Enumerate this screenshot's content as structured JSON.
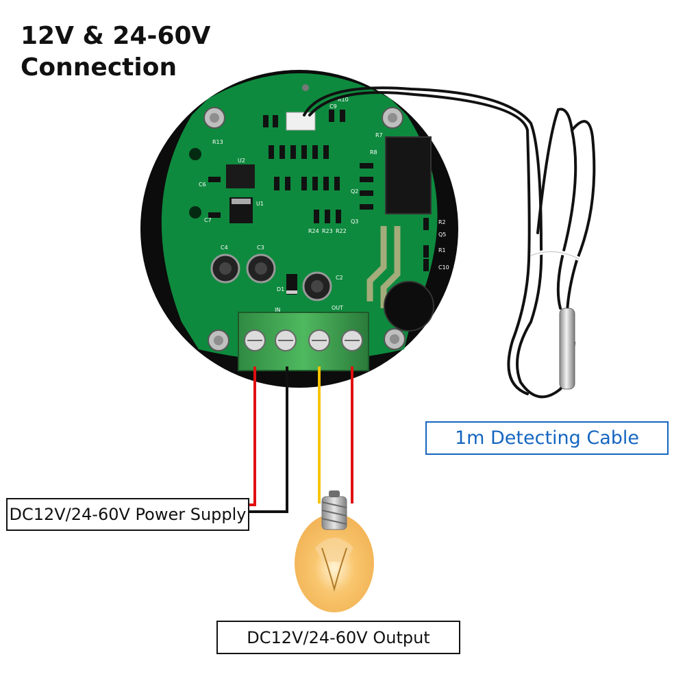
{
  "title": {
    "line1": "12V & 24-60V",
    "line2": "Connection"
  },
  "labels": {
    "power_supply": "DC12V/24-60V Power Supply",
    "output": "DC12V/24-60V Output",
    "detecting_cable": "1m Detecting Cable"
  },
  "board": {
    "component_labels": [
      "U2",
      "U1",
      "C4",
      "C3",
      "C2",
      "D1",
      "R13",
      "C6",
      "C7",
      "R8",
      "R2",
      "R1",
      "C10",
      "Q5",
      "Q3",
      "Q2",
      "R24",
      "R23",
      "R22",
      "R7",
      "C9",
      "R10"
    ],
    "terminal_labels": {
      "in": "IN",
      "out": "OUT"
    }
  },
  "colors": {
    "pcb_green": "#0e8a3e",
    "board_black": "#0c0c0c",
    "wire_red": "#e01010",
    "wire_black": "#111111",
    "wire_yellow": "#f5c400",
    "accent_blue": "#1565c0"
  }
}
